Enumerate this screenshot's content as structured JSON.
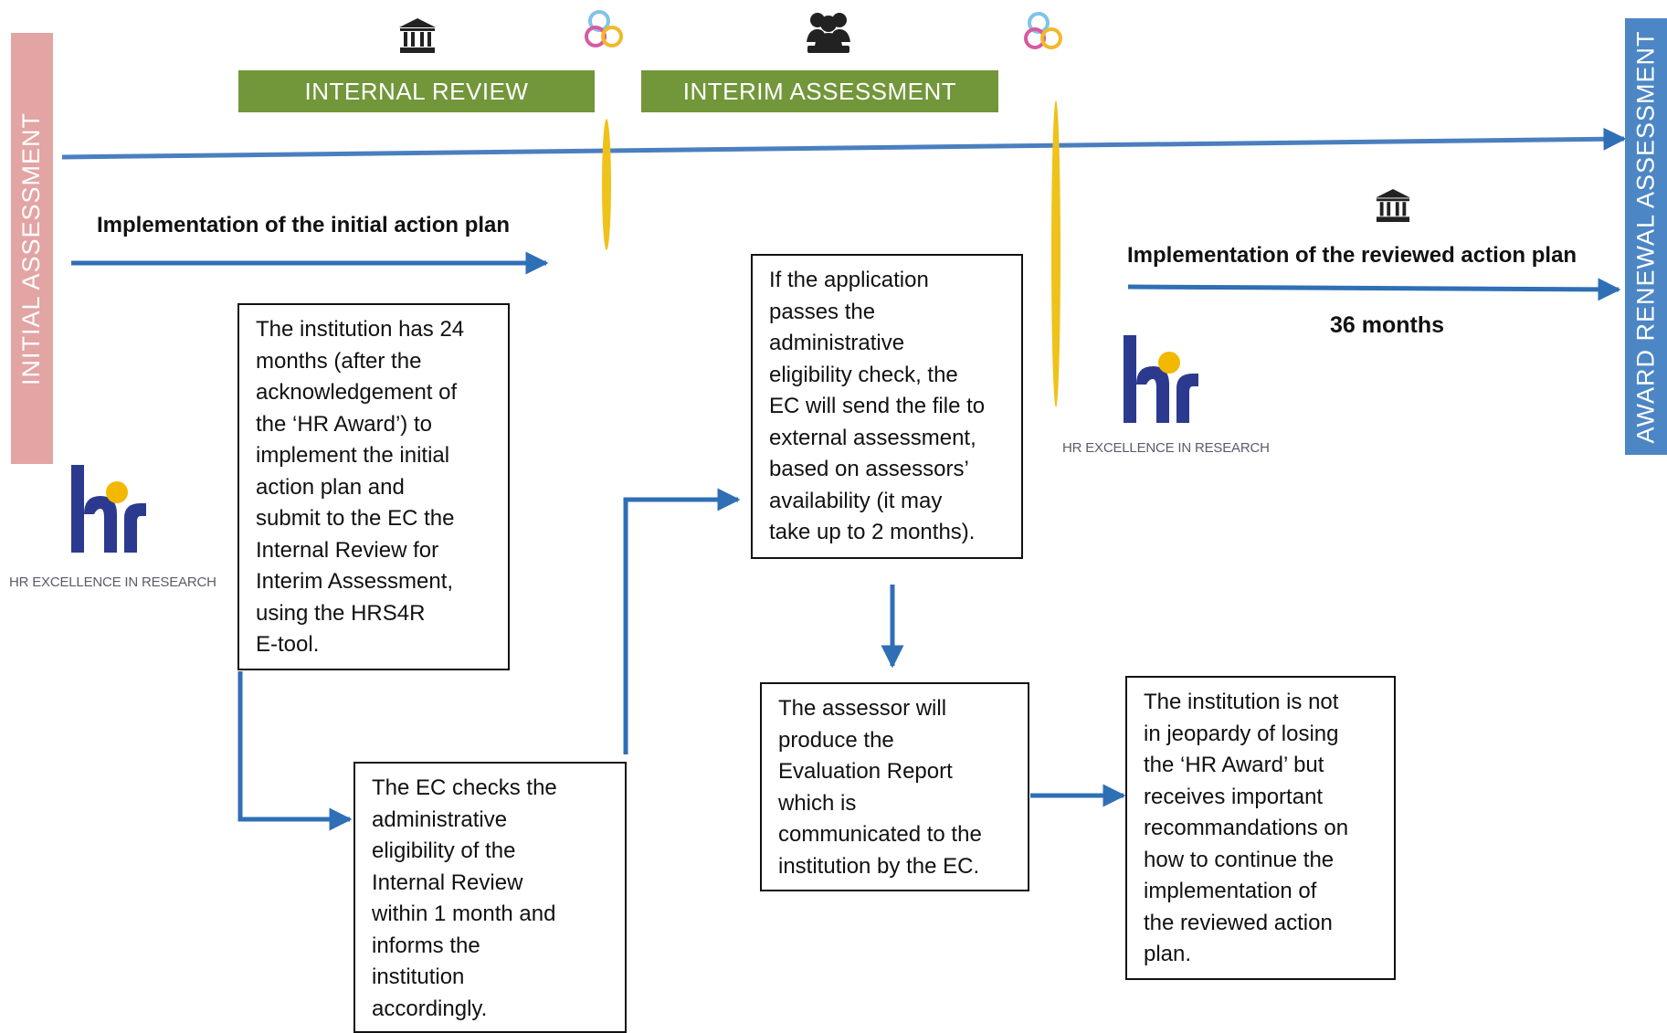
{
  "colors": {
    "timeline_blue": "#4a7fbf",
    "arrow_blue": "#2f6fb5",
    "phase_green": "#72963a",
    "initial_bar": "#e3a4a4",
    "award_bar": "#4c86c5",
    "milestone_yellow": "#efc21b",
    "logo_navy": "#2b3a8f",
    "logo_yellow": "#f3b800"
  },
  "sidebars": {
    "initial": "INITIAL ASSESSMENT",
    "award": "AWARD RENEWAL ASSESSMENT"
  },
  "phases": [
    {
      "label": "INTERNAL REVIEW",
      "icon": "institution-icon"
    },
    {
      "label": "INTERIM ASSESSMENT",
      "icon": "assessors-group-icon"
    }
  ],
  "milestone_icon": "interlocking-rings-icon",
  "tracks": {
    "initial": "Implementation of the initial action plan",
    "reviewed": "Implementation of the reviewed action plan",
    "duration": "36 months"
  },
  "logos": {
    "caption": "HR EXCELLENCE IN RESEARCH"
  },
  "boxes": {
    "institution_24_months": [
      "The institution has 24",
      "months (after the",
      "acknowledgement of",
      "the ‘HR Award’) to",
      "implement the initial",
      "action plan and",
      "submit to the EC the",
      "Internal Review for",
      "Interim Assessment,",
      "using the HRS4R",
      "E-tool."
    ],
    "ec_checks": [
      "The EC checks the",
      "administrative",
      "eligibility of the",
      "Internal Review",
      "within 1 month and",
      "informs the",
      "institution",
      "accordingly."
    ],
    "external_assessment": [
      "If the application",
      "passes the",
      "administrative",
      "eligibility check, the",
      "EC will send the file to",
      "external assessment,",
      "based on assessors’",
      "availability (it may",
      "take up to 2 months)."
    ],
    "evaluation_report": [
      "The assessor will",
      "produce the",
      "Evaluation Report",
      "which is",
      "communicated to the",
      "institution by the EC."
    ],
    "not_in_jeopardy": [
      "The institution is not",
      "in jeopardy of losing",
      "the ‘HR Award’ but",
      "receives important",
      "recommandations on",
      "how to continue the",
      "implementation of",
      "the reviewed action",
      "plan."
    ]
  }
}
